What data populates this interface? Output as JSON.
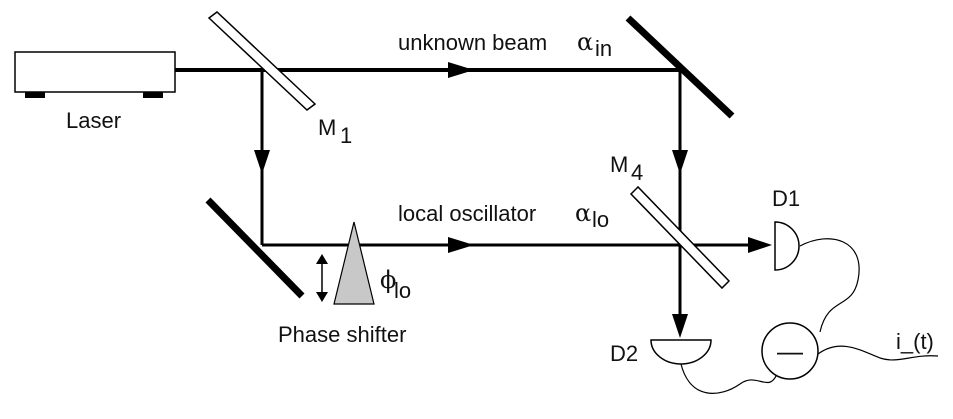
{
  "labels": {
    "laser": "Laser",
    "m1_main": "M",
    "m1_sub": "1",
    "m4_main": "M",
    "m4_sub": "4",
    "unknown_beam": "unknown beam",
    "alpha_symbol": "α",
    "alpha_in_sub": "in",
    "local_oscillator": "local  oscillator",
    "alpha_lo_sub": "lo",
    "phi_symbol": "ϕ",
    "phi_lo_sub": "lo",
    "phase_shifter": "Phase shifter",
    "d1": "D1",
    "d2": "D2",
    "minus": "—",
    "current": "i_(t)"
  },
  "colors": {
    "line": "#000000",
    "prism_fill": "#c8c8c8"
  }
}
